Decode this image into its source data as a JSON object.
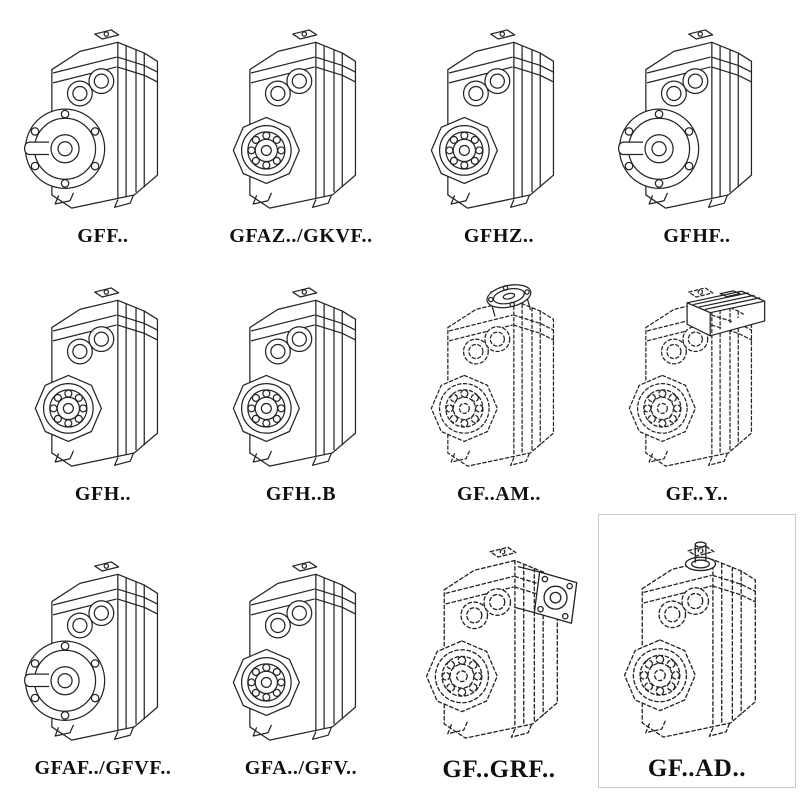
{
  "page": {
    "background": "#ffffff",
    "ink": "#242424"
  },
  "grid": {
    "cells": [
      {
        "name": "gff",
        "label": "GFF..",
        "variant": "solid",
        "body": "#gbx-flange"
      },
      {
        "name": "gfaz-gkvf",
        "label": "GFAZ../GKVF..",
        "variant": "solid",
        "body": "#gbx-face"
      },
      {
        "name": "gfhz",
        "label": "GFHZ..",
        "variant": "solid",
        "body": "#gbx-face"
      },
      {
        "name": "gfhf",
        "label": "GFHF..",
        "variant": "solid",
        "body": "#gbx-flange"
      },
      {
        "name": "gfh",
        "label": "GFH..",
        "variant": "solid",
        "body": "#gbx-face"
      },
      {
        "name": "gfh-b",
        "label": "GFH..B",
        "variant": "solid",
        "body": "#gbx-face"
      },
      {
        "name": "gf-am",
        "label": "GF..AM..",
        "variant": "phantom",
        "body": "#gbx-face",
        "attach": "#attach-top-flange"
      },
      {
        "name": "gf-y",
        "label": "GF..Y..",
        "variant": "phantom",
        "body": "#gbx-face",
        "attach": "#attach-motor"
      },
      {
        "name": "gfaf-gfvf",
        "label": "GFAF../GFVF..",
        "variant": "solid",
        "body": "#gbx-flange"
      },
      {
        "name": "gfa-gfv",
        "label": "GFA../GFV..",
        "variant": "solid",
        "body": "#gbx-face"
      },
      {
        "name": "gf-grf",
        "label": "GF..GRF..",
        "variant": "phantom",
        "body": "#gbx-face",
        "attach": "#attach-adapter"
      },
      {
        "name": "gf-ad",
        "label": "GF..AD..",
        "variant": "phantom",
        "body": "#gbx-face",
        "attach": "#attach-top-shaft"
      }
    ]
  }
}
